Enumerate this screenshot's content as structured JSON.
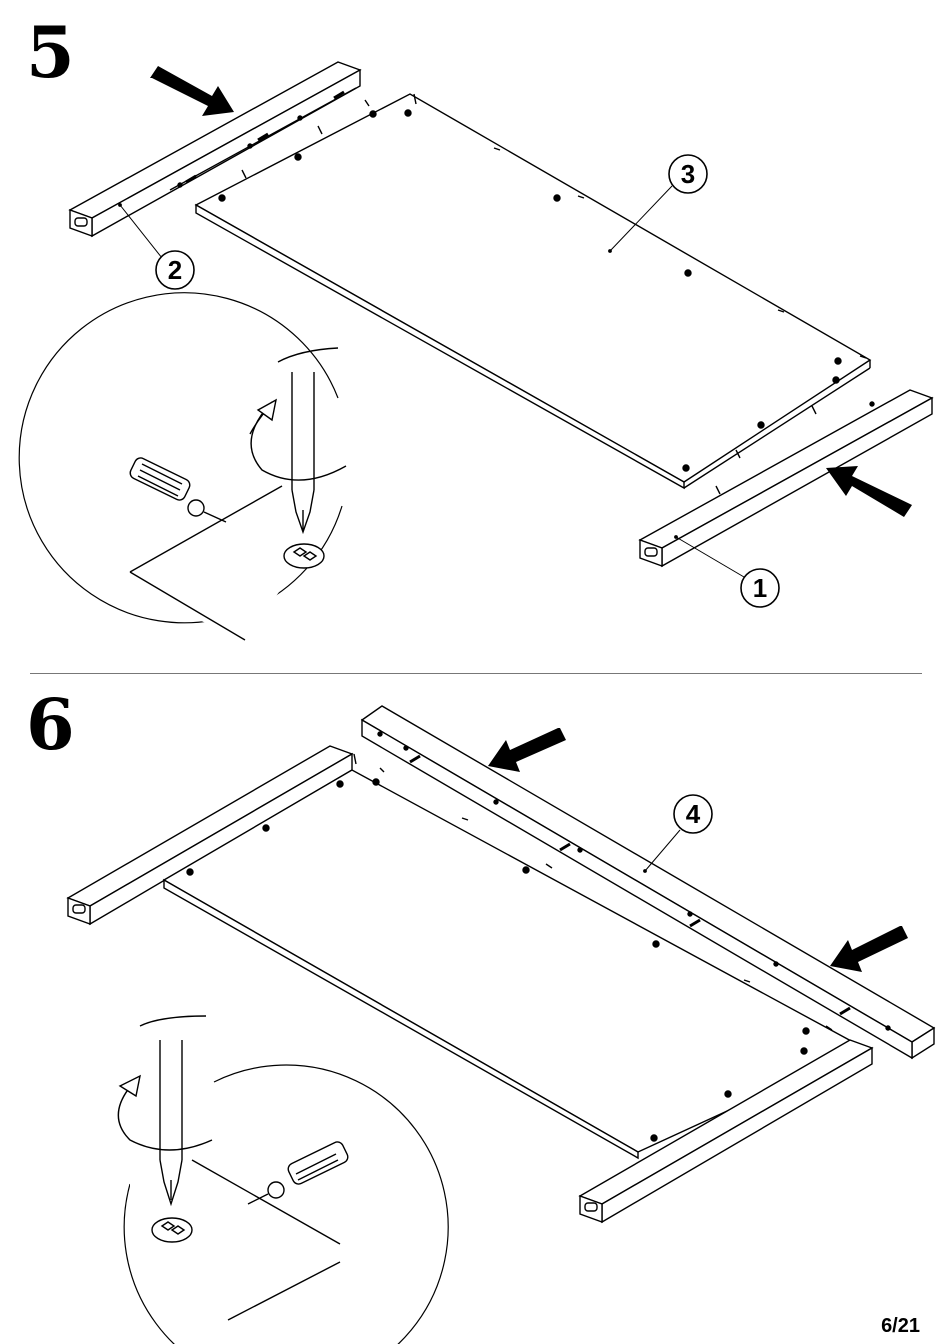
{
  "steps": [
    {
      "number": "5",
      "callouts": [
        {
          "label": "3",
          "part": "panel"
        },
        {
          "label": "2",
          "part": "back-rail"
        },
        {
          "label": "1",
          "part": "front-rail"
        }
      ]
    },
    {
      "number": "6",
      "callouts": [
        {
          "label": "4",
          "part": "side-rail"
        }
      ]
    }
  ],
  "page": {
    "number": "6/21"
  },
  "icons": [
    "push-arrow-icon",
    "screwdriver-icon",
    "cam-lock-icon",
    "dowel-icon"
  ],
  "colors": {
    "ink": "#000000",
    "paper": "#ffffff"
  }
}
